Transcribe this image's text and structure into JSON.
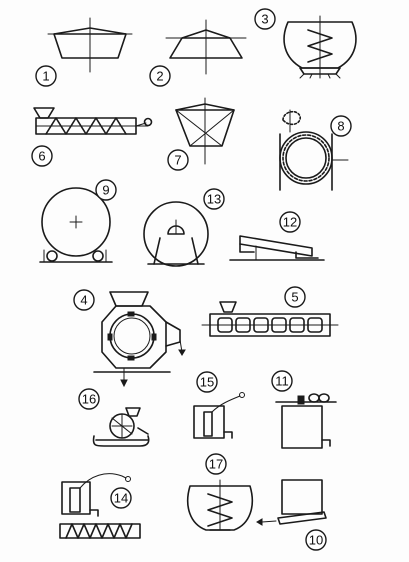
{
  "colors": {
    "ink": "#1a1a1a",
    "paper": "#fdfdfd"
  },
  "labels": {
    "n1": "1",
    "n2": "2",
    "n3": "3",
    "n4": "4",
    "n5": "5",
    "n6": "6",
    "n7": "7",
    "n8": "8",
    "n9": "9",
    "n10": "10",
    "n11": "11",
    "n12": "12",
    "n13": "13",
    "n14": "14",
    "n15": "15",
    "n16": "16",
    "n17": "17"
  }
}
